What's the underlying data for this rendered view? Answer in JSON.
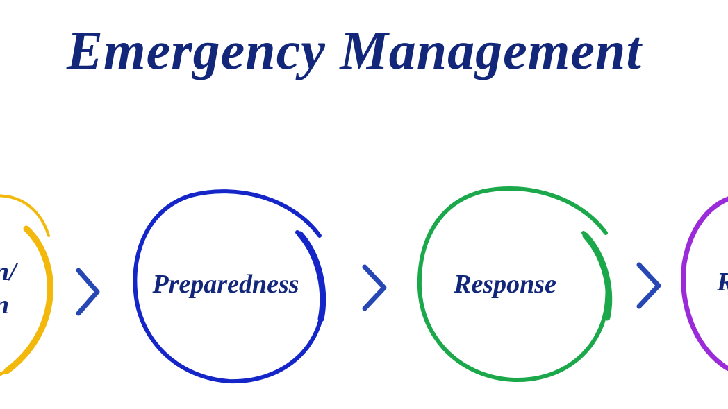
{
  "title": "Emergency Management",
  "stages": [
    {
      "label_lines": [
        "n/",
        "n"
      ],
      "color": "#f2b90c"
    },
    {
      "label": "Preparedness",
      "color": "#1426c8"
    },
    {
      "label": "Response",
      "color": "#1aa84a"
    },
    {
      "label": "R",
      "color": "#9b2bd9"
    }
  ],
  "arrow_color": "#2748b4",
  "icons": [
    "chevron-right-icon",
    "chevron-right-icon",
    "chevron-right-icon"
  ]
}
